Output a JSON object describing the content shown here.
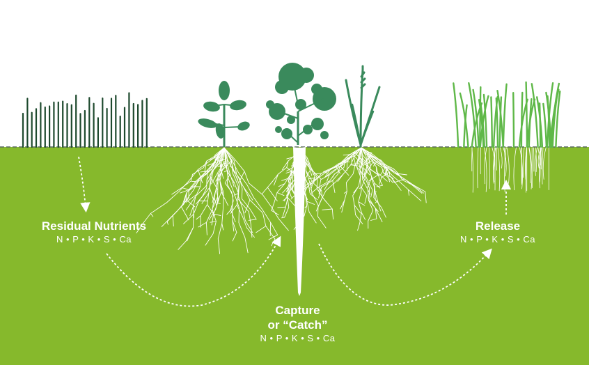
{
  "labels": {
    "residual": {
      "title": "Residual Nutrients",
      "nutrients": "N • P • K • S • Ca"
    },
    "capture": {
      "title_line1": "Capture",
      "title_line2": "or “Catch”",
      "nutrients": "N • P • K • S • Ca"
    },
    "release": {
      "title": "Release",
      "nutrients": "N • P • K • S • Ca"
    }
  },
  "colors": {
    "soil": "#86b92c",
    "sky": "#ffffff",
    "stubble": "#1e4a2e",
    "cover_crop": "#3a8a5c",
    "new_crop": "#5fb848",
    "roots": "#ffffff",
    "ground_line": "#5a6a60"
  },
  "icons": [
    "stubble-icon",
    "soybean-plant-icon",
    "radish-plant-icon",
    "grass-plant-icon",
    "new-crop-icon"
  ]
}
